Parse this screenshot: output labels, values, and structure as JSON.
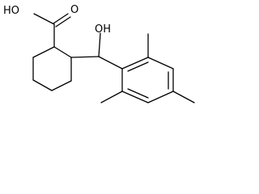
{
  "molecule": {
    "labels": {
      "acid_oh": "HO",
      "acid_o": "O",
      "alcohol_oh": "OH"
    }
  }
}
